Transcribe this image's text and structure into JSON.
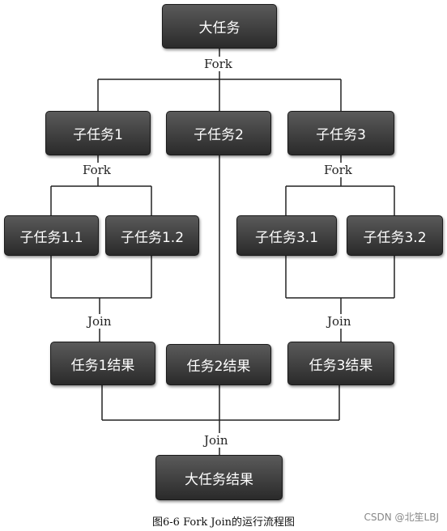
{
  "nodes": {
    "big_task": "大任务",
    "sub1": "子任务1",
    "sub2": "子任务2",
    "sub3": "子任务3",
    "sub1_1": "子任务1.1",
    "sub1_2": "子任务1.2",
    "sub3_1": "子任务3.1",
    "sub3_2": "子任务3.2",
    "result1": "任务1结果",
    "result2": "任务2结果",
    "result3": "任务3结果",
    "big_result": "大任务结果"
  },
  "labels": {
    "fork_top": "Fork",
    "fork_left": "Fork",
    "fork_right": "Fork",
    "join_left": "Join",
    "join_right": "Join",
    "join_bottom": "Join"
  },
  "caption": "图6-6  Fork Join的运行流程图",
  "watermark": "CSDN @北笙LBJ",
  "colors": {
    "box_fill": "#3a3a3a",
    "box_text": "#ffffff",
    "line": "#222222"
  }
}
